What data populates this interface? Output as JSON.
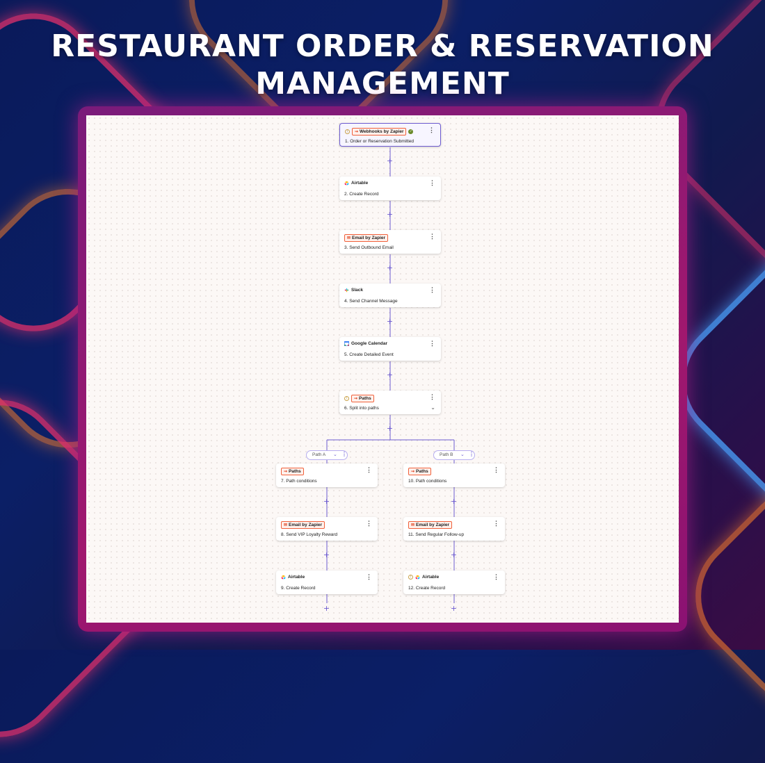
{
  "title": {
    "line1": "RESTAURANT ORDER & RESERVATION",
    "line2": "MANAGEMENT"
  },
  "colors": {
    "accent": "#6d5bd0",
    "app_badge_border": "#f0603a",
    "frame": "#a0186e"
  },
  "steps": [
    {
      "app": "Webhooks by Zapier",
      "label": "1. Order or Reservation Submitted",
      "icon": "webhook-icon"
    },
    {
      "app": "Airtable",
      "label": "2. Create Record",
      "icon": "airtable-icon"
    },
    {
      "app": "Email by Zapier",
      "label": "3. Send Outbound Email",
      "icon": "email-icon"
    },
    {
      "app": "Slack",
      "label": "4. Send Channel Message",
      "icon": "slack-icon"
    },
    {
      "app": "Google Calendar",
      "label": "5. Create Detailed Event",
      "icon": "google-calendar-icon"
    },
    {
      "app": "Paths",
      "label": "6. Split into paths",
      "icon": "paths-icon"
    }
  ],
  "paths": [
    {
      "name": "Path A",
      "steps": [
        {
          "app": "Paths",
          "label": "7. Path conditions",
          "icon": "paths-icon"
        },
        {
          "app": "Email by Zapier",
          "label": "8. Send VIP Loyalty Reward",
          "icon": "email-icon"
        },
        {
          "app": "Airtable",
          "label": "9. Create Record",
          "icon": "airtable-icon"
        }
      ]
    },
    {
      "name": "Path B",
      "steps": [
        {
          "app": "Paths",
          "label": "10. Path conditions",
          "icon": "paths-icon"
        },
        {
          "app": "Email by Zapier",
          "label": "11. Send Regular Follow-up",
          "icon": "email-icon"
        },
        {
          "app": "Airtable",
          "label": "12. Create Record",
          "icon": "airtable-icon"
        }
      ]
    }
  ],
  "glyphs": {
    "menu": "⋮",
    "plus": "+",
    "chevron": "⌄",
    "warn": "!",
    "check": "✓"
  }
}
